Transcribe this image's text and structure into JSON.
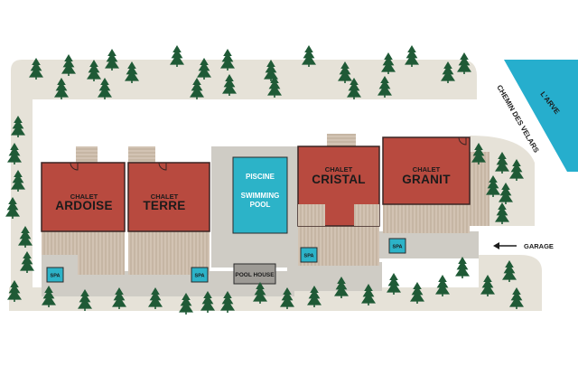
{
  "map": {
    "chalets": [
      {
        "id": "ardoise",
        "line1": "CHALET",
        "line2": "ARDOISE"
      },
      {
        "id": "terre",
        "line1": "CHALET",
        "line2": "TERRE"
      },
      {
        "id": "cristal",
        "line1": "CHALET",
        "line2": "CRISTAL"
      },
      {
        "id": "granit",
        "line1": "CHALET",
        "line2": "GRANIT"
      }
    ],
    "pool": {
      "line1": "PISCINE",
      "line2": "SWIMMING",
      "line3": "POOL"
    },
    "pool_house": "POOL HOUSE",
    "spa": "SPA",
    "garage": "GARAGE",
    "road": "CHEMIN DES VELARS",
    "river": "L'ARVE",
    "colors": {
      "ground": "#e8e4da",
      "path": "#cfccc5",
      "terrace": "#cdbcab",
      "roof": "#b84a3f",
      "pool": "#2cb3c8",
      "tree": "#1f5a36",
      "river": "#26aecd"
    }
  }
}
